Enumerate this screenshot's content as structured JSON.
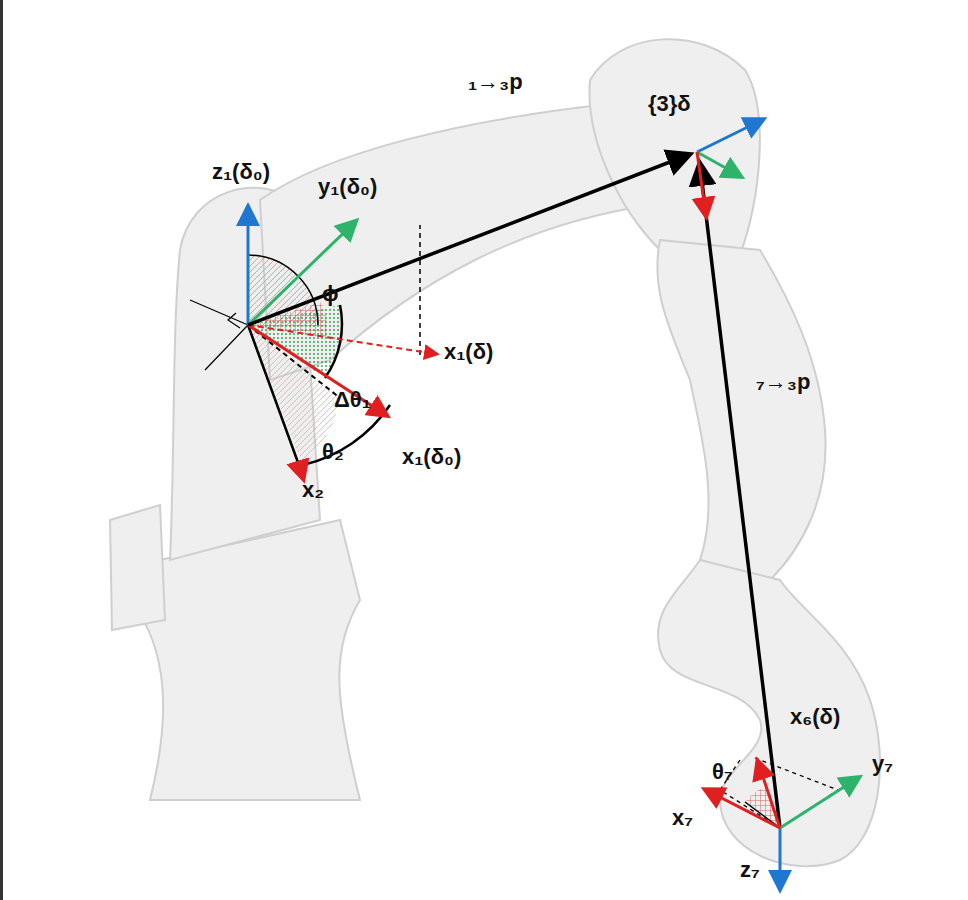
{
  "diagram": {
    "labels": [
      "z₁(δ₀)",
      "y₁(δ₀)",
      "ϕ",
      "x₁(δ)",
      "Δθ₁",
      "θ₂",
      "x₁(δ₀)",
      "x₂",
      "₁→₃p",
      "{3}δ",
      "₇→₃p",
      "x₆(δ)",
      "θ₇",
      "x₇",
      "y₇",
      "z₇"
    ]
  }
}
